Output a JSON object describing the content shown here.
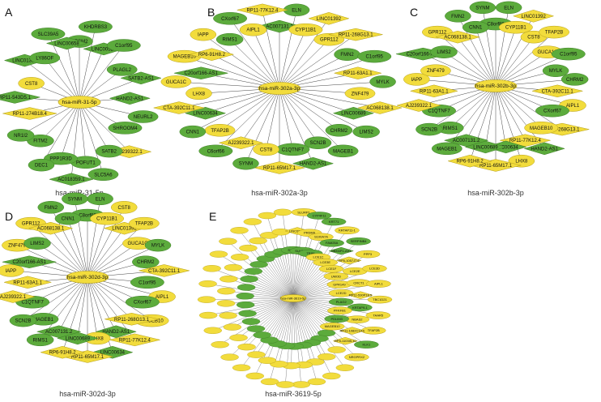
{
  "colors": {
    "green": "#5cab3c",
    "green_stroke": "#3e7f27",
    "yellow": "#f2dc3c",
    "yellow_stroke": "#b59f18",
    "edge": "#444444"
  },
  "panels": [
    {
      "letter": "A",
      "caption": "hsa-miR-31-5p",
      "hub": "hsa-miR-31-5p",
      "nodes": [
        {
          "label": "GPSM2",
          "type": "gene",
          "color": "green"
        },
        {
          "label": "KHDRBS3",
          "type": "gene",
          "color": "green"
        },
        {
          "label": "LINC00525",
          "type": "lnc",
          "color": "green"
        },
        {
          "label": "C1orf95",
          "type": "gene",
          "color": "green"
        },
        {
          "label": "PLAGL2",
          "type": "gene",
          "color": "green"
        },
        {
          "label": "SATB2-AS1",
          "type": "lnc",
          "color": "green"
        },
        {
          "label": "HAND2-AS1",
          "type": "lnc",
          "color": "green"
        },
        {
          "label": "NEURL2",
          "type": "gene",
          "color": "green"
        },
        {
          "label": "SHROOM4",
          "type": "gene",
          "color": "green"
        },
        {
          "label": "AJ239322.1",
          "type": "lnc",
          "color": "yellow"
        },
        {
          "label": "SATB2",
          "type": "gene",
          "color": "green"
        },
        {
          "label": "SLC5A6",
          "type": "gene",
          "color": "green"
        },
        {
          "label": "POFUT1",
          "type": "gene",
          "color": "green"
        },
        {
          "label": "AC018359.1",
          "type": "lnc",
          "color": "green"
        },
        {
          "label": "PPP1R3D",
          "type": "gene",
          "color": "green"
        },
        {
          "label": "DEC1",
          "type": "gene",
          "color": "green"
        },
        {
          "label": "FITM2",
          "type": "gene",
          "color": "green"
        },
        {
          "label": "NR1I2",
          "type": "gene",
          "color": "green"
        },
        {
          "label": "RP11-274B18.4",
          "type": "lnc",
          "color": "yellow"
        },
        {
          "label": "RP11-543D5.1",
          "type": "lnc",
          "color": "green"
        },
        {
          "label": "CST8",
          "type": "gene",
          "color": "yellow"
        },
        {
          "label": "LINC01315",
          "type": "lnc",
          "color": "green"
        },
        {
          "label": "LY86OF",
          "type": "gene",
          "color": "green"
        },
        {
          "label": "SLC39A5",
          "type": "gene",
          "color": "green"
        },
        {
          "label": "LINC00658",
          "type": "lnc",
          "color": "green"
        }
      ]
    },
    {
      "letter": "B",
      "caption": "hsa-miR-302a-3p",
      "hub": "hsa-miR-302a-3p",
      "nodes": [
        {
          "label": "AC007131.2",
          "type": "lnc",
          "color": "green"
        },
        {
          "label": "ELN",
          "type": "gene",
          "color": "green"
        },
        {
          "label": "CYP11B1",
          "type": "gene",
          "color": "yellow"
        },
        {
          "label": "LINC01392",
          "type": "lnc",
          "color": "yellow"
        },
        {
          "label": "GPR112",
          "type": "gene",
          "color": "yellow"
        },
        {
          "label": "RP11-268G13.1",
          "type": "lnc",
          "color": "yellow"
        },
        {
          "label": "FMN2",
          "type": "gene",
          "color": "green"
        },
        {
          "label": "C1orf95",
          "type": "gene",
          "color": "green"
        },
        {
          "label": "RP11-63A1.1",
          "type": "lnc",
          "color": "yellow"
        },
        {
          "label": "MYLK",
          "type": "gene",
          "color": "green"
        },
        {
          "label": "ZNF479",
          "type": "gene",
          "color": "yellow"
        },
        {
          "label": "AC068138.1",
          "type": "lnc",
          "color": "yellow"
        },
        {
          "label": "LINC00689",
          "type": "lnc",
          "color": "green"
        },
        {
          "label": "LIMS2",
          "type": "gene",
          "color": "green"
        },
        {
          "label": "CHRM2",
          "type": "gene",
          "color": "green"
        },
        {
          "label": "MAGEB1",
          "type": "gene",
          "color": "green"
        },
        {
          "label": "SCN2B",
          "type": "gene",
          "color": "green"
        },
        {
          "label": "HAND2-AS1",
          "type": "lnc",
          "color": "green"
        },
        {
          "label": "C1QTNF7",
          "type": "gene",
          "color": "green"
        },
        {
          "label": "RP11-65M17.1",
          "type": "lnc",
          "color": "yellow"
        },
        {
          "label": "CST8",
          "type": "gene",
          "color": "yellow"
        },
        {
          "label": "SYNM",
          "type": "gene",
          "color": "green"
        },
        {
          "label": "AJ239322.1",
          "type": "lnc",
          "color": "yellow"
        },
        {
          "label": "C6orf66",
          "type": "gene",
          "color": "green"
        },
        {
          "label": "TFAP2B",
          "type": "gene",
          "color": "yellow"
        },
        {
          "label": "CNN1",
          "type": "gene",
          "color": "green"
        },
        {
          "label": "LINC00634",
          "type": "lnc",
          "color": "green"
        },
        {
          "label": "CTA-392C11.1",
          "type": "lnc",
          "color": "yellow"
        },
        {
          "label": "LHX8",
          "type": "gene",
          "color": "yellow"
        },
        {
          "label": "GUCA1C",
          "type": "gene",
          "color": "yellow"
        },
        {
          "label": "C20orf166-AS1",
          "type": "lnc",
          "color": "green"
        },
        {
          "label": "MAGEB10",
          "type": "gene",
          "color": "yellow"
        },
        {
          "label": "RP6-91H8.2",
          "type": "lnc",
          "color": "yellow"
        },
        {
          "label": "IAPP",
          "type": "gene",
          "color": "yellow"
        },
        {
          "label": "RIMS1",
          "type": "gene",
          "color": "green"
        },
        {
          "label": "CXorf67",
          "type": "gene",
          "color": "green"
        },
        {
          "label": "AIPL1",
          "type": "gene",
          "color": "yellow"
        },
        {
          "label": "RP11-77K12.4",
          "type": "lnc",
          "color": "yellow"
        }
      ]
    },
    {
      "letter": "C",
      "caption": "hsa-miR-302b-3p",
      "hub": "hsa-miR-302b-3p",
      "nodes": [
        {
          "label": "C8orf88",
          "type": "gene",
          "color": "green"
        },
        {
          "label": "ELN",
          "type": "gene",
          "color": "green"
        },
        {
          "label": "CYP11B1",
          "type": "gene",
          "color": "yellow"
        },
        {
          "label": "LINC01392",
          "type": "lnc",
          "color": "yellow"
        },
        {
          "label": "CST8",
          "type": "gene",
          "color": "yellow"
        },
        {
          "label": "TFAP2B",
          "type": "gene",
          "color": "yellow"
        },
        {
          "label": "GUCA1C",
          "type": "gene",
          "color": "yellow"
        },
        {
          "label": "C1orf95",
          "type": "gene",
          "color": "green"
        },
        {
          "label": "MYLK",
          "type": "gene",
          "color": "green"
        },
        {
          "label": "CHRM2",
          "type": "gene",
          "color": "green"
        },
        {
          "label": "CTA-392C11.1",
          "type": "lnc",
          "color": "yellow"
        },
        {
          "label": "AIPL1",
          "type": "gene",
          "color": "yellow"
        },
        {
          "label": "CXorf67",
          "type": "gene",
          "color": "green"
        },
        {
          "label": "RP11-268G13.1",
          "type": "lnc",
          "color": "yellow"
        },
        {
          "label": "MAGEB10",
          "type": "gene",
          "color": "yellow"
        },
        {
          "label": "HAND2-AS1",
          "type": "lnc",
          "color": "green"
        },
        {
          "label": "RP11-77K12.4",
          "type": "lnc",
          "color": "yellow"
        },
        {
          "label": "LHX8",
          "type": "gene",
          "color": "yellow"
        },
        {
          "label": "LINC00634",
          "type": "lnc",
          "color": "green"
        },
        {
          "label": "RP11-65M17.1",
          "type": "lnc",
          "color": "yellow"
        },
        {
          "label": "LINC00689",
          "type": "lnc",
          "color": "green"
        },
        {
          "label": "RP6-91H8.2",
          "type": "lnc",
          "color": "yellow"
        },
        {
          "label": "AC007131.2",
          "type": "lnc",
          "color": "green"
        },
        {
          "label": "MAGEB1",
          "type": "gene",
          "color": "green"
        },
        {
          "label": "RIMS1",
          "type": "gene",
          "color": "green"
        },
        {
          "label": "SCN2B",
          "type": "gene",
          "color": "green"
        },
        {
          "label": "C1QTNF7",
          "type": "gene",
          "color": "green"
        },
        {
          "label": "AJ239322.1",
          "type": "lnc",
          "color": "yellow"
        },
        {
          "label": "RP11-63A1.1",
          "type": "lnc",
          "color": "yellow"
        },
        {
          "label": "IAPP",
          "type": "gene",
          "color": "yellow"
        },
        {
          "label": "ZNF479",
          "type": "gene",
          "color": "yellow"
        },
        {
          "label": "C20orf166-AS1",
          "type": "lnc",
          "color": "green"
        },
        {
          "label": "LIMS2",
          "type": "gene",
          "color": "green"
        },
        {
          "label": "GPR112",
          "type": "gene",
          "color": "yellow"
        },
        {
          "label": "AC068138.1",
          "type": "lnc",
          "color": "yellow"
        },
        {
          "label": "FMN2",
          "type": "gene",
          "color": "green"
        },
        {
          "label": "CNN1",
          "type": "gene",
          "color": "green"
        },
        {
          "label": "SYNM",
          "type": "gene",
          "color": "green"
        }
      ]
    },
    {
      "letter": "D",
      "caption": "hsa-miR-302d-3p",
      "hub": "hsa-miR-302d-3p",
      "nodes": [
        {
          "label": "C8orf88",
          "type": "gene",
          "color": "green"
        },
        {
          "label": "ELN",
          "type": "gene",
          "color": "green"
        },
        {
          "label": "CYP11B1",
          "type": "gene",
          "color": "yellow"
        },
        {
          "label": "CST8",
          "type": "gene",
          "color": "yellow"
        },
        {
          "label": "LINC01392",
          "type": "lnc",
          "color": "yellow"
        },
        {
          "label": "TFAP2B",
          "type": "gene",
          "color": "yellow"
        },
        {
          "label": "GUCA1C",
          "type": "gene",
          "color": "yellow"
        },
        {
          "label": "MYLK",
          "type": "gene",
          "color": "green"
        },
        {
          "label": "CHRM2",
          "type": "gene",
          "color": "green"
        },
        {
          "label": "CTA-392C11.1",
          "type": "lnc",
          "color": "yellow"
        },
        {
          "label": "C1orf95",
          "type": "gene",
          "color": "green"
        },
        {
          "label": "AIPL1",
          "type": "gene",
          "color": "yellow"
        },
        {
          "label": "CXorf67",
          "type": "gene",
          "color": "green"
        },
        {
          "label": "MAGEB10",
          "type": "gene",
          "color": "yellow"
        },
        {
          "label": "RP11-268G13.1",
          "type": "lnc",
          "color": "yellow"
        },
        {
          "label": "RP11-77K12.4",
          "type": "lnc",
          "color": "yellow"
        },
        {
          "label": "HAND2-AS1",
          "type": "lnc",
          "color": "green"
        },
        {
          "label": "LINC00634",
          "type": "lnc",
          "color": "green"
        },
        {
          "label": "LHX8",
          "type": "gene",
          "color": "yellow"
        },
        {
          "label": "RP11-65M17.1",
          "type": "lnc",
          "color": "yellow"
        },
        {
          "label": "LINC00689",
          "type": "lnc",
          "color": "green"
        },
        {
          "label": "RP6-91H8.2",
          "type": "lnc",
          "color": "yellow"
        },
        {
          "label": "AC007131.2",
          "type": "lnc",
          "color": "green"
        },
        {
          "label": "RIMS1",
          "type": "gene",
          "color": "green"
        },
        {
          "label": "MAGEB1",
          "type": "gene",
          "color": "green"
        },
        {
          "label": "SCN2B",
          "type": "gene",
          "color": "green"
        },
        {
          "label": "C1QTNF7",
          "type": "gene",
          "color": "green"
        },
        {
          "label": "AJ239322.1",
          "type": "lnc",
          "color": "yellow"
        },
        {
          "label": "RP11-63A1.1",
          "type": "lnc",
          "color": "yellow"
        },
        {
          "label": "IAPP",
          "type": "gene",
          "color": "yellow"
        },
        {
          "label": "C20orf166-AS1",
          "type": "lnc",
          "color": "green"
        },
        {
          "label": "ZNF479",
          "type": "gene",
          "color": "yellow"
        },
        {
          "label": "LIMS2",
          "type": "gene",
          "color": "green"
        },
        {
          "label": "GPR112",
          "type": "gene",
          "color": "yellow"
        },
        {
          "label": "AC068138.1",
          "type": "lnc",
          "color": "yellow"
        },
        {
          "label": "FMN2",
          "type": "gene",
          "color": "green"
        },
        {
          "label": "CNN1",
          "type": "gene",
          "color": "green"
        },
        {
          "label": "SYNM",
          "type": "gene",
          "color": "green"
        }
      ]
    },
    {
      "letter": "E",
      "caption": "hsa-miR-3619-5p",
      "hub": "hsa-miR-3619-5p",
      "nodes": [
        {
          "label": "SOX2A",
          "type": "gene",
          "color": "green"
        },
        {
          "label": "LINC00326",
          "type": "lnc",
          "color": "yellow"
        },
        {
          "label": "SLURP1",
          "type": "gene",
          "color": "yellow"
        },
        {
          "label": "SULT2A1",
          "type": "gene",
          "color": "green"
        },
        {
          "label": "PRDM9",
          "type": "gene",
          "color": "yellow"
        },
        {
          "label": "CYP4F11",
          "type": "gene",
          "color": "green"
        },
        {
          "label": "TRIM",
          "type": "gene",
          "color": "green"
        },
        {
          "label": "S100A7A",
          "type": "gene",
          "color": "yellow"
        },
        {
          "label": "KRT71",
          "type": "gene",
          "color": "green"
        },
        {
          "label": "LCE1C",
          "type": "gene",
          "color": "yellow"
        },
        {
          "label": "FAM25A",
          "type": "gene",
          "color": "green"
        },
        {
          "label": "KRTAP11-1",
          "type": "gene",
          "color": "yellow"
        },
        {
          "label": "LCE3E",
          "type": "gene",
          "color": "yellow"
        },
        {
          "label": "NBEAP1-AS1",
          "type": "lnc",
          "color": "green"
        },
        {
          "label": "SERPINB4",
          "type": "gene",
          "color": "green"
        },
        {
          "label": "LCE1F",
          "type": "gene",
          "color": "yellow"
        },
        {
          "label": "RP5-1057J7.6",
          "type": "lnc",
          "color": "yellow"
        },
        {
          "label": "PPP3",
          "type": "gene",
          "color": "yellow"
        },
        {
          "label": "UMOD",
          "type": "gene",
          "color": "yellow"
        },
        {
          "label": "LCE2E",
          "type": "gene",
          "color": "yellow"
        },
        {
          "label": "LCE3D",
          "type": "gene",
          "color": "yellow"
        },
        {
          "label": "GPR149",
          "type": "gene",
          "color": "yellow"
        },
        {
          "label": "CRCT1",
          "type": "gene",
          "color": "yellow"
        },
        {
          "label": "AIPL1",
          "type": "gene",
          "color": "yellow"
        },
        {
          "label": "LCE2D",
          "type": "gene",
          "color": "yellow"
        },
        {
          "label": "RP11-530P18.5",
          "type": "lnc",
          "color": "yellow"
        },
        {
          "label": "TBC1D21",
          "type": "gene",
          "color": "yellow"
        },
        {
          "label": "PLAG2",
          "type": "gene",
          "color": "green"
        },
        {
          "label": "KRTAP9-1",
          "type": "gene",
          "color": "green"
        },
        {
          "label": "TAAR5",
          "type": "gene",
          "color": "yellow"
        },
        {
          "label": "PFKFB1",
          "type": "gene",
          "color": "yellow"
        },
        {
          "label": "NBAS2",
          "type": "gene",
          "color": "yellow"
        },
        {
          "label": "TFAP2B",
          "type": "gene",
          "color": "yellow"
        },
        {
          "label": "PDLIM3",
          "type": "gene",
          "color": "green"
        },
        {
          "label": "RP11-1082C14.1",
          "type": "lnc",
          "color": "yellow"
        },
        {
          "label": "KLK1",
          "type": "gene",
          "color": "green"
        },
        {
          "label": "MAGEB10",
          "type": "gene",
          "color": "yellow"
        },
        {
          "label": "RP5-1103I5.10",
          "type": "lnc",
          "color": "yellow"
        },
        {
          "label": "NRGPRX2",
          "type": "gene",
          "color": "yellow"
        }
      ],
      "extra_small_nodes": 64
    }
  ]
}
